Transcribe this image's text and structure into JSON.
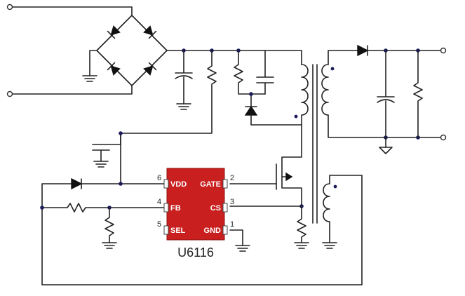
{
  "chip": {
    "name": "U6116",
    "pins": [
      {
        "num": "6",
        "label": "VDD"
      },
      {
        "num": "4",
        "label": "FB"
      },
      {
        "num": "5",
        "label": "SEL"
      },
      {
        "num": "2",
        "label": "GATE"
      },
      {
        "num": "3",
        "label": "CS"
      },
      {
        "num": "1",
        "label": "GND"
      }
    ]
  },
  "colors": {
    "chip_fill": "#c9201f",
    "wire": "#222222",
    "junction": "#1a1a5a"
  }
}
